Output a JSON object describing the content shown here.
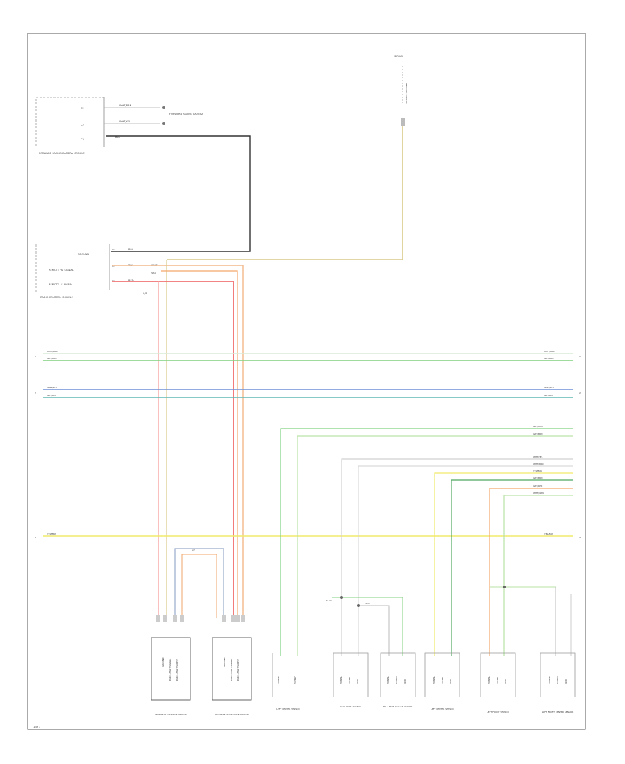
{
  "page": {
    "footer_code": "1 of 3"
  },
  "colors": {
    "frame": "#555555",
    "wire_black": "#333333",
    "wire_tan": "#d9c98a",
    "wire_red": "#f05a5a",
    "wire_pink": "#f7a6a6",
    "wire_orange": "#f2a66a",
    "wire_violet": "#c9b6d9",
    "wire_green": "#7fd07f",
    "wire_lt_green": "#b9e3a6",
    "wire_white": "#d0d0d0",
    "wire_blue": "#6f8fd6",
    "wire_teal": "#5fb7b3",
    "wire_yellow": "#f0ea6a",
    "wire_dk_green": "#4fa85f",
    "wire_gray": "#bbbbbb"
  },
  "top_module": {
    "label": "FORWARD FACING CAMERA MODULE",
    "pins": [
      "C2",
      "C2",
      "C3"
    ],
    "wires": [
      "WHT/BRN",
      "WHT/YEL",
      "BLK"
    ],
    "right_note": "FORWARD FACING CAMERA"
  },
  "antenna": {
    "label": "SIRIUS",
    "sub_label": "SATELLITE ANTENNA"
  },
  "radio_module": {
    "label": "RADIO CONTROL MODULE",
    "pins": [
      "C3",
      "C3",
      "C4"
    ],
    "signals": [
      "GROUND",
      "REMOTE HS SIGNAL",
      "REMOTE LS SIGNAL"
    ],
    "wires": [
      "BLK",
      "TAN",
      "RED"
    ],
    "mid_wires": [
      "WHT",
      "VIO"
    ],
    "note": "S/P"
  },
  "bus_lines": [
    {
      "left": "WHT/BRN",
      "right": "WHT/BRN"
    },
    {
      "left": "GRY/BRN",
      "right": "GRY/BRN"
    },
    {
      "left": "WHT/BLU",
      "right": "WHT/BLU"
    },
    {
      "left": "GRY/BLU",
      "right": "GRY/BLU"
    },
    {
      "left": "YEL/BRN",
      "right": "YEL/BRN"
    }
  ],
  "right_wires": [
    "GRY/WHT",
    "GRY/BRN",
    "WHT/YEL",
    "WHT/BRN",
    "YEL/BLK",
    "GRY/BRN",
    "GRY/RED",
    "WHT/GRN"
  ],
  "splice": {
    "label": "S123",
    "note": "S123"
  },
  "components": [
    {
      "name": "LEFT REAR DISTANCE SENSOR",
      "pins": [
        "GROUND",
        "PARK ASSIST SIGNAL",
        "PARK ASSIST SUPPLY"
      ]
    },
    {
      "name": "RIGHT REAR DISTANCE SENSOR",
      "pins": [
        "GROUND",
        "PARK ASSIST SIGNAL",
        "PARK ASSIST SUPPLY"
      ]
    },
    {
      "name": "LEFT CENTER SENSOR",
      "pins": [
        "SIGNAL",
        "SUPPLY"
      ]
    },
    {
      "name": "LEFT REAR SENSOR",
      "pins": [
        "SIGNAL",
        "SUPPLY",
        "GND"
      ]
    },
    {
      "name": "LEFT REAR CENTER SENSOR",
      "pins": [
        "SIGNAL",
        "SUPPLY",
        "GND"
      ]
    },
    {
      "name": "LEFT CENTER SENSOR",
      "pins": [
        "SIGNAL",
        "SUPPLY",
        "GND"
      ]
    },
    {
      "name": "LEFT FRONT SENSOR",
      "pins": [
        "SIGNAL",
        "SUPPLY",
        "GND"
      ]
    },
    {
      "name": "LEFT FRONT CENTER SENSOR",
      "pins": [
        "SIGNAL",
        "SUPPLY",
        "GND"
      ]
    }
  ]
}
